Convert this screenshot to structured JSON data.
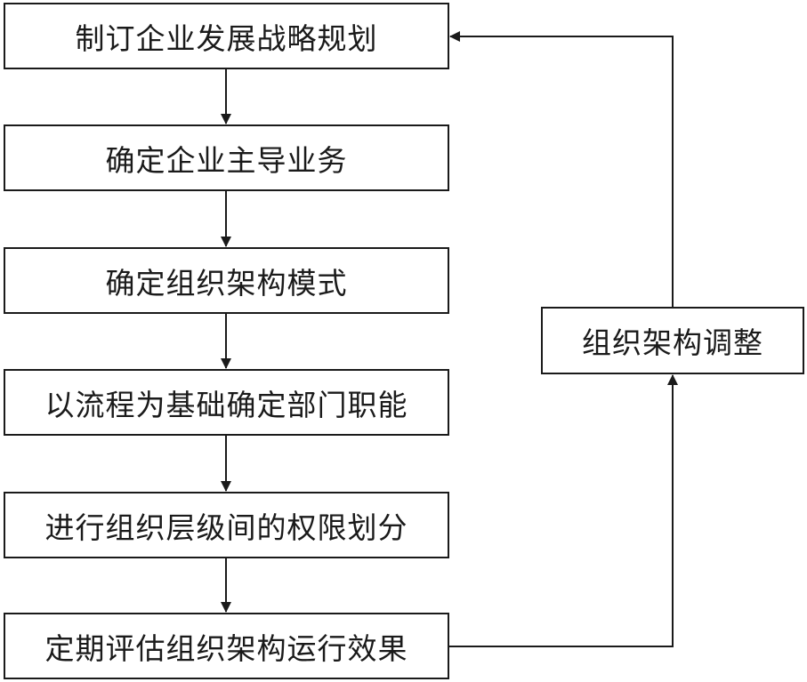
{
  "diagram": {
    "steps": [
      "制订企业发展战略规划",
      "确定企业主导业务",
      "确定组织架构模式",
      "以流程为基础确定部门职能",
      "进行组织层级间的权限划分",
      "定期评估组织架构运行效果"
    ],
    "feedback": "组织架构调整"
  },
  "colors": {
    "stroke": "#1a1a1a",
    "background": "#ffffff"
  }
}
